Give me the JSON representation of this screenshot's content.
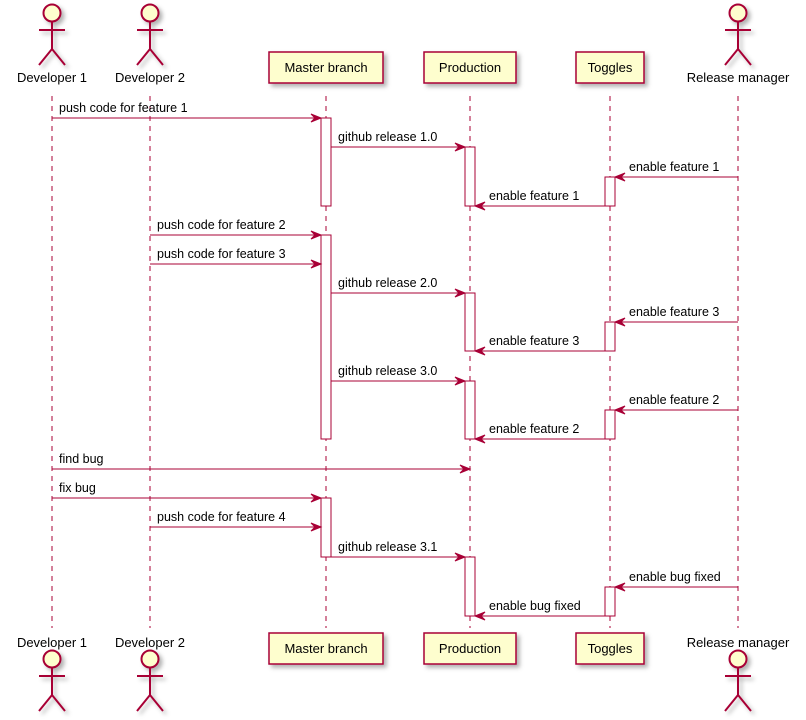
{
  "colors": {
    "line": "#a80036",
    "fill": "#fefece",
    "lifeline": "#a80036",
    "text": "#000000"
  },
  "participants": [
    {
      "id": "dev1",
      "kind": "actor",
      "label": "Developer 1"
    },
    {
      "id": "dev2",
      "kind": "actor",
      "label": "Developer 2"
    },
    {
      "id": "master",
      "kind": "box",
      "label": "Master branch"
    },
    {
      "id": "prod",
      "kind": "box",
      "label": "Production"
    },
    {
      "id": "toggles",
      "kind": "box",
      "label": "Toggles"
    },
    {
      "id": "relmgr",
      "kind": "actor",
      "label": "Release manager"
    }
  ],
  "messages": [
    {
      "from": "dev1",
      "to": "master",
      "label": "push code for feature 1"
    },
    {
      "from": "master",
      "to": "prod",
      "label": "github release 1.0"
    },
    {
      "from": "relmgr",
      "to": "toggles",
      "label": "enable feature 1"
    },
    {
      "from": "toggles",
      "to": "prod",
      "label": "enable feature 1"
    },
    {
      "from": "dev2",
      "to": "master",
      "label": "push code for feature 2"
    },
    {
      "from": "dev2",
      "to": "master",
      "label": "push code for feature 3"
    },
    {
      "from": "master",
      "to": "prod",
      "label": "github release 2.0"
    },
    {
      "from": "relmgr",
      "to": "toggles",
      "label": "enable feature 3"
    },
    {
      "from": "toggles",
      "to": "prod",
      "label": "enable feature 3"
    },
    {
      "from": "master",
      "to": "prod",
      "label": "github release  3.0"
    },
    {
      "from": "relmgr",
      "to": "toggles",
      "label": "enable feature 2"
    },
    {
      "from": "toggles",
      "to": "prod",
      "label": "enable feature 2"
    },
    {
      "from": "dev1",
      "to": "prod",
      "label": "find bug"
    },
    {
      "from": "dev1",
      "to": "master",
      "label": "fix bug"
    },
    {
      "from": "dev2",
      "to": "master",
      "label": "push code for feature 4"
    },
    {
      "from": "master",
      "to": "prod",
      "label": "github release 3.1"
    },
    {
      "from": "relmgr",
      "to": "toggles",
      "label": "enable bug fixed"
    },
    {
      "from": "toggles",
      "to": "prod",
      "label": "enable bug fixed"
    }
  ],
  "activations": [
    {
      "on": "master",
      "from_msg": 0,
      "to_msg": 3
    },
    {
      "on": "prod",
      "from_msg": 1,
      "to_msg": 3
    },
    {
      "on": "toggles",
      "from_msg": 2,
      "to_msg": 3
    },
    {
      "on": "master",
      "from_msg": 4,
      "to_msg": 11
    },
    {
      "on": "prod",
      "from_msg": 6,
      "to_msg": 8
    },
    {
      "on": "toggles",
      "from_msg": 7,
      "to_msg": 8
    },
    {
      "on": "prod",
      "from_msg": 9,
      "to_msg": 11
    },
    {
      "on": "toggles",
      "from_msg": 10,
      "to_msg": 11
    },
    {
      "on": "master",
      "from_msg": 13,
      "to_msg": 15
    },
    {
      "on": "prod",
      "from_msg": 15,
      "to_msg": 17
    },
    {
      "on": "toggles",
      "from_msg": 16,
      "to_msg": 17
    }
  ]
}
